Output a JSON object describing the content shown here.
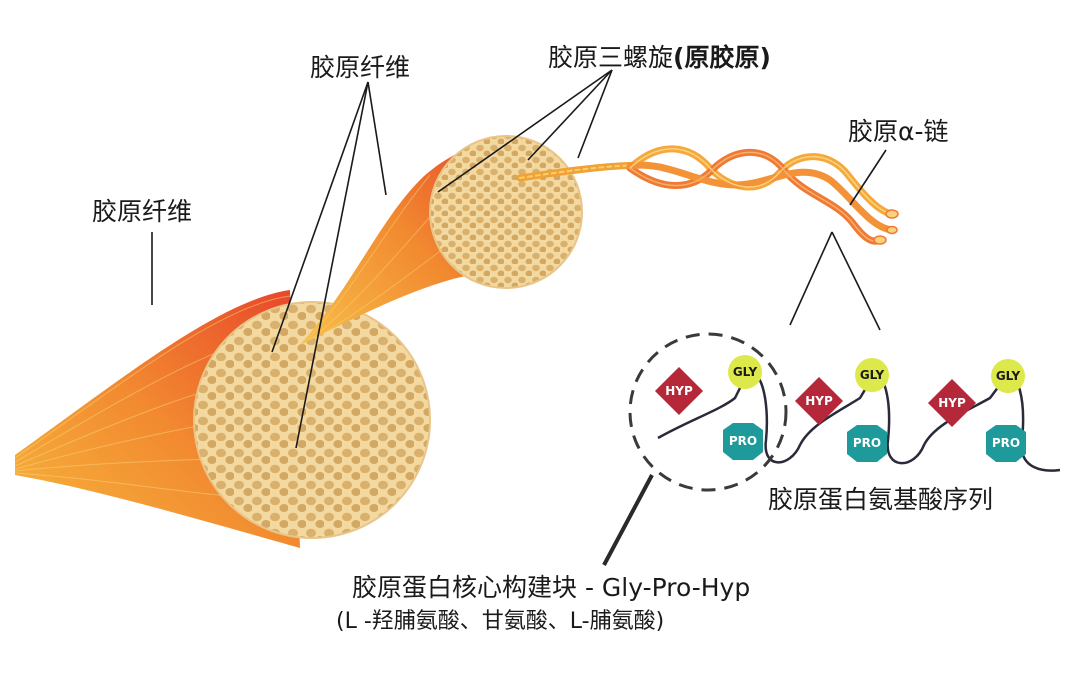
{
  "labels": {
    "fiber_left": "胶原纤维",
    "fiber_top": "胶原纤维",
    "triple_helix": "胶原三螺旋",
    "procollagen": "(原胶原)",
    "alpha_chain": "胶原α-链",
    "sequence": "胶原蛋白氨基酸序列",
    "building_block": "胶原蛋白核心构建块 - Gly-Pro-Hyp",
    "building_block_note": "(L -羟脯氨酸、甘氨酸、L-脯氨酸)"
  },
  "residues": {
    "hyp": "HYP",
    "gly": "GLY",
    "pro": "PRO"
  },
  "colors": {
    "fiber_orange": "#f0782a",
    "fiber_yellow": "#f6b73c",
    "cross_section": "#f3d9a0",
    "fibril_dot": "#d6ad6a",
    "hyp_red": "#b5283a",
    "gly_yellow": "#dde84a",
    "pro_teal": "#1f9a9a"
  }
}
